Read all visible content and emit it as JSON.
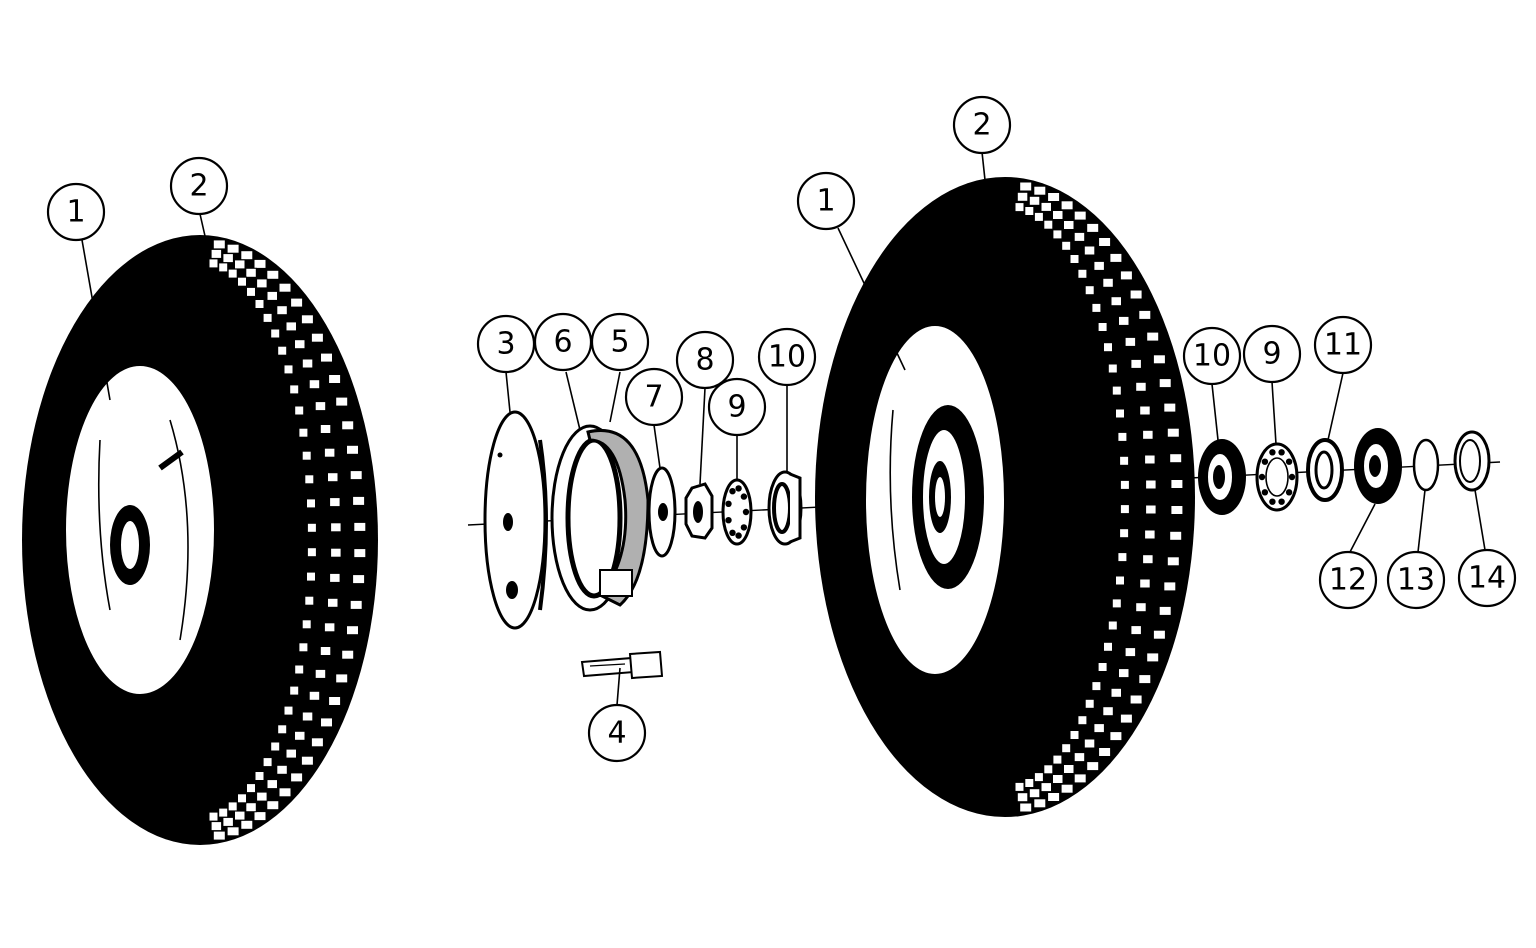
{
  "palette": {
    "ink": "#000000",
    "paper": "#ffffff"
  },
  "callouts": [
    {
      "id": "l1",
      "label": "1"
    },
    {
      "id": "l2",
      "label": "2"
    },
    {
      "id": "c3",
      "label": "3"
    },
    {
      "id": "c6",
      "label": "6"
    },
    {
      "id": "c5",
      "label": "5"
    },
    {
      "id": "c7",
      "label": "7"
    },
    {
      "id": "c8",
      "label": "8"
    },
    {
      "id": "c9a",
      "label": "9"
    },
    {
      "id": "c10a",
      "label": "10"
    },
    {
      "id": "c4",
      "label": "4"
    },
    {
      "id": "r1",
      "label": "1"
    },
    {
      "id": "r2",
      "label": "2"
    },
    {
      "id": "r10",
      "label": "10"
    },
    {
      "id": "r9",
      "label": "9"
    },
    {
      "id": "r11",
      "label": "11"
    },
    {
      "id": "r12",
      "label": "12"
    },
    {
      "id": "r13",
      "label": "13"
    },
    {
      "id": "r14",
      "label": "14"
    }
  ]
}
